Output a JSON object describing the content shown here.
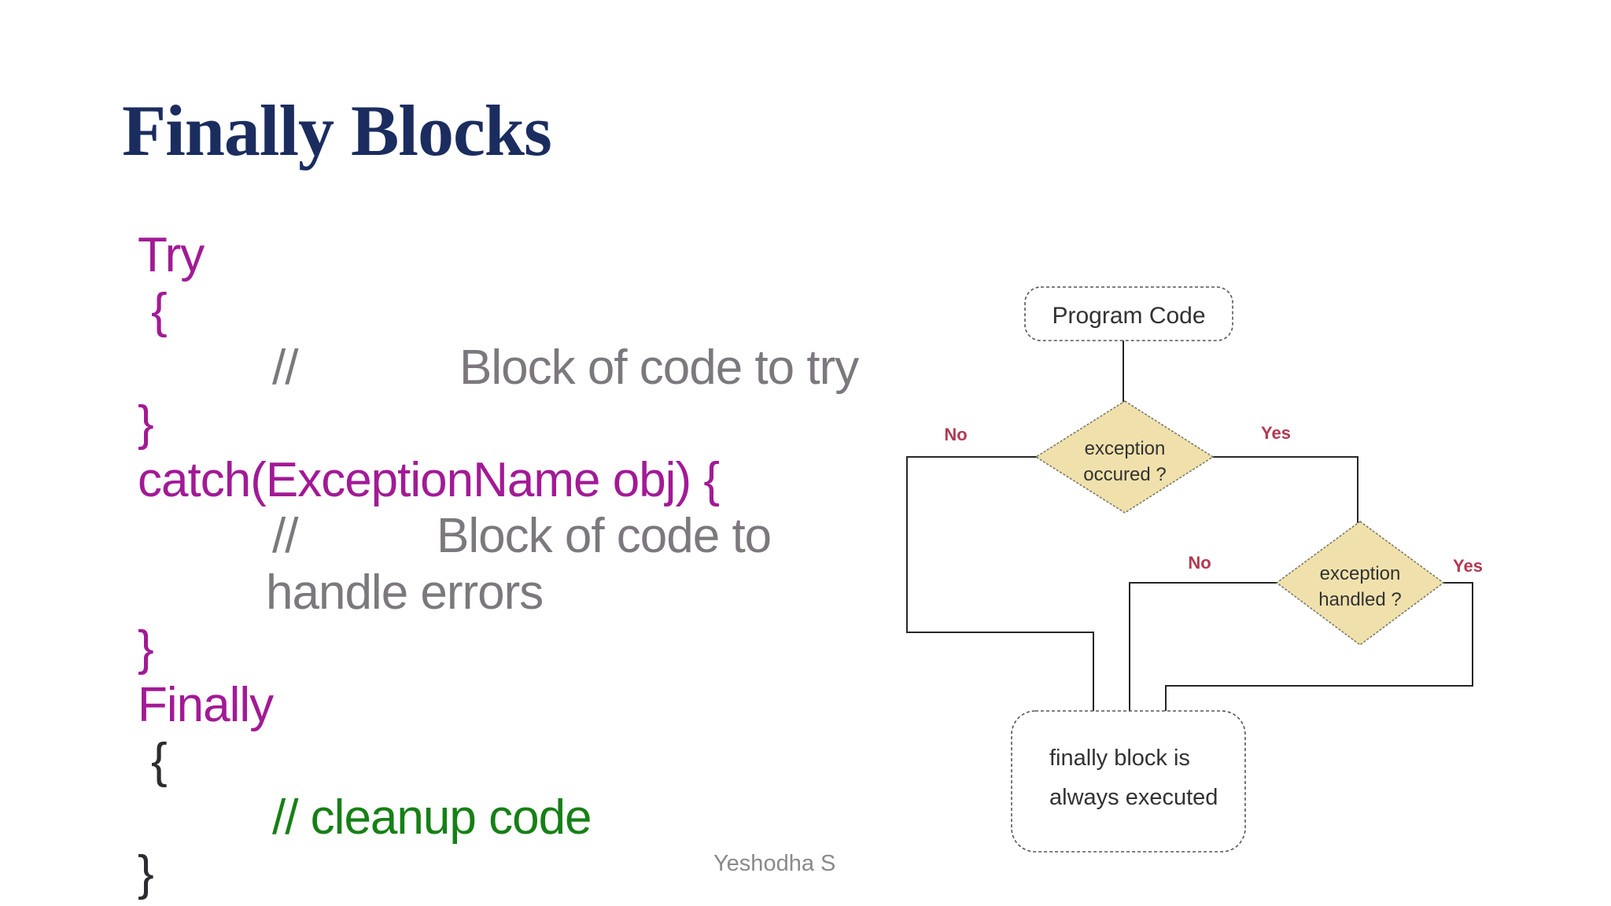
{
  "title": "Finally Blocks",
  "footer": "Yeshodha S",
  "code": {
    "lines": [
      {
        "text": "Try"
      },
      {
        "text": "{"
      },
      {
        "slashes": "//",
        "text": "Block of code to try"
      },
      {
        "text": "}"
      },
      {
        "text": "catch(ExceptionName obj) {"
      },
      {
        "slashes": "//",
        "text": "Block of code to"
      },
      {
        "text": "handle errors"
      },
      {
        "text": "}"
      },
      {
        "text": "Finally"
      },
      {
        "text": "{"
      },
      {
        "text": "// cleanup code"
      },
      {
        "text": "}"
      }
    ]
  },
  "flowchart": {
    "start_box": {
      "label": "Program Code"
    },
    "decision1": {
      "line1": "exception",
      "line2": "occured ?",
      "no": "No",
      "yes": "Yes"
    },
    "decision2": {
      "line1": "exception",
      "line2": "handled ?",
      "no": "No",
      "yes": "Yes"
    },
    "end_box": {
      "line1": "finally block is",
      "line2": "always executed"
    }
  },
  "colors": {
    "title_navy": "#1b2d5f",
    "keyword_magenta": "#a21a96",
    "comment_gray": "#7c787e",
    "cleanup_green": "#168016",
    "dark_brace": "#2d2c30",
    "branch_label_red": "#b33950",
    "diamond_fill": "#f0e1ac",
    "flow_line": "#262626",
    "footer_gray": "#8a8a8a"
  }
}
